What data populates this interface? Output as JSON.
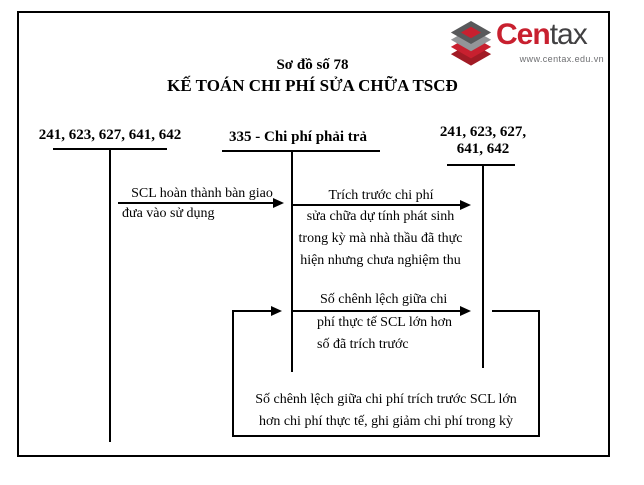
{
  "logo": {
    "brand_red": "Cen",
    "brand_dark": "tax",
    "url": "www.centax.edu.vn",
    "colors": {
      "red": "#c8202f",
      "dark_red": "#a11b25",
      "dark": "#414042",
      "gray": "#6d6e71",
      "light_gray": "#939598"
    }
  },
  "title": {
    "line1": "Sơ đồ số 78",
    "line2": "KẾ TOÁN CHI PHÍ SỬA CHỮA TSCĐ"
  },
  "accounts": {
    "left": {
      "label": "241, 623, 627, 641, 642"
    },
    "middle": {
      "label": "335 - Chi phí phải trả"
    },
    "right": {
      "label_line1": "241, 623, 627,",
      "label_line2": "641, 642"
    }
  },
  "flows": {
    "flow1": {
      "line1": "SCL hoàn thành bàn giao",
      "line2": "đưa vào sử dụng"
    },
    "flow2": {
      "line1": "Trích trước chi phí",
      "line2": "sửa chữa dự tính phát sinh",
      "line3": "trong kỳ mà nhà thầu đã thực",
      "line4": "hiện nhưng chưa nghiệm thu"
    },
    "flow3": {
      "line1": "Số chênh lệch giữa chi",
      "line2": "phí thực tế SCL lớn hơn",
      "line3": "số đã trích trước"
    },
    "note": {
      "line1": "Số chênh lệch giữa chi phí trích trước SCL lớn",
      "line2": "hơn chi phí thực tế, ghi giảm chi phí trong kỳ"
    }
  }
}
